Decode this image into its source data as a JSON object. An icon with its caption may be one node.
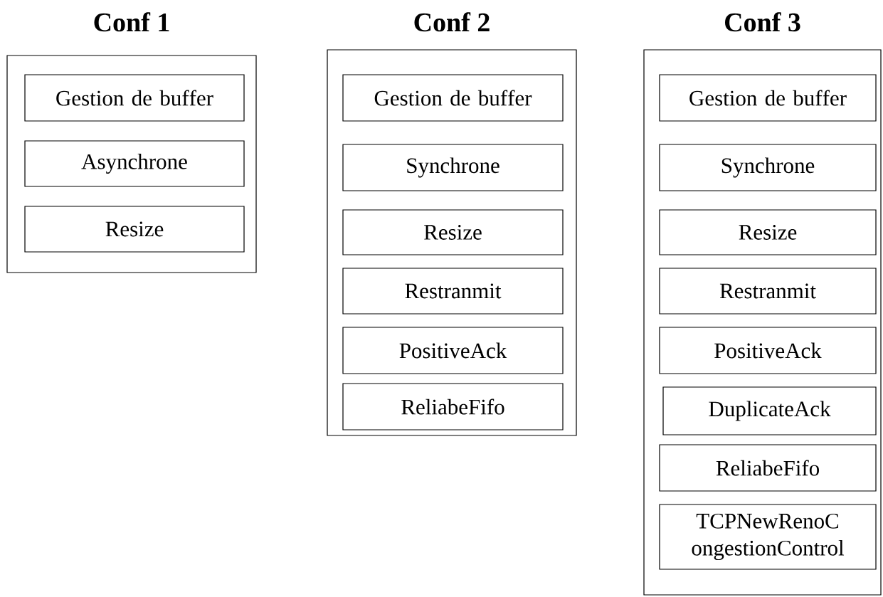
{
  "diagram": {
    "nodes": [
      {
        "text": [
          "Conf 1"
        ]
      },
      {
        "text": [
          "Gestion de buffer"
        ],
        "in": 0
      },
      {
        "text": [
          "Asynchrone"
        ],
        "in": 0
      },
      {
        "text": [
          "Resize"
        ],
        "in": 0
      },
      {
        "text": [
          "Conf 2"
        ]
      },
      {
        "text": [
          "Gestion de buffer"
        ],
        "in": 4
      },
      {
        "text": [
          "Synchrone"
        ],
        "in": 4
      },
      {
        "text": [
          "Resize"
        ],
        "in": 4
      },
      {
        "text": [
          "Restranmit"
        ],
        "in": 4
      },
      {
        "text": [
          "PositiveAck"
        ],
        "in": 4
      },
      {
        "text": [
          "ReliabeFifo"
        ],
        "in": 4
      },
      {
        "text": [
          "Conf 3"
        ]
      },
      {
        "text": [
          "Gestion de buffer"
        ],
        "in": 11
      },
      {
        "text": [
          "Synchrone"
        ],
        "in": 11
      },
      {
        "text": [
          "Resize"
        ],
        "in": 11
      },
      {
        "text": [
          "Restranmit"
        ],
        "in": 11
      },
      {
        "text": [
          "PositiveAck"
        ],
        "in": 11
      },
      {
        "text": [
          "DuplicateAck"
        ],
        "in": 11
      },
      {
        "text": [
          "ReliabeFifo"
        ],
        "in": 11
      },
      {
        "text": [
          "TCPNewRenoCongestionControl"
        ],
        "in": 11
      }
    ]
  }
}
